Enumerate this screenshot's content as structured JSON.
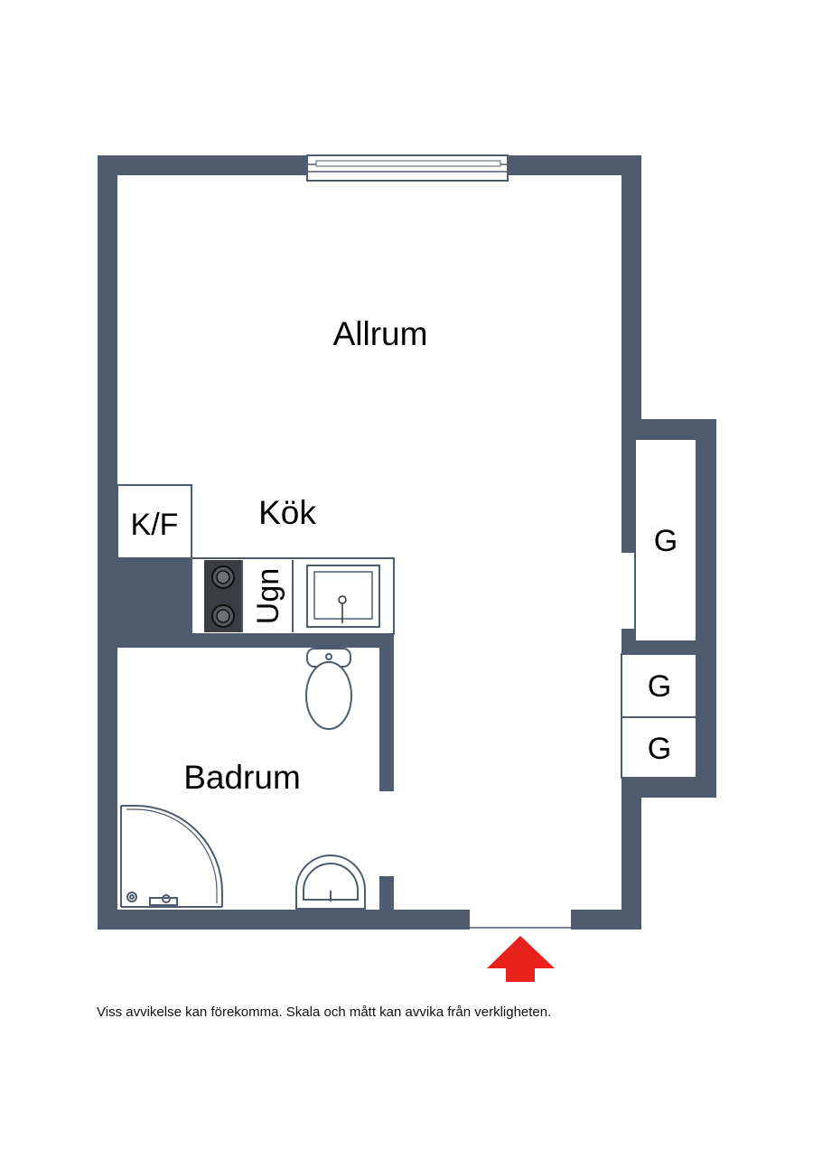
{
  "rooms": {
    "allrum": "Allrum",
    "kok": "Kök",
    "badrum": "Badrum"
  },
  "fixtures": {
    "fridge_freezer": "K/F",
    "oven": "Ugn",
    "closet_1": "G",
    "closet_2": "G",
    "closet_3": "G"
  },
  "disclaimer": "Viss avvikelse kan förekomma. Skala och mått kan avvika från verkligheten.",
  "colors": {
    "wall": "#4f5b6e",
    "entrance_arrow": "#e8211b",
    "stove": "#3a3d44"
  },
  "icons": {
    "entrance": "entrance-arrow-icon",
    "window": "window-icon"
  }
}
